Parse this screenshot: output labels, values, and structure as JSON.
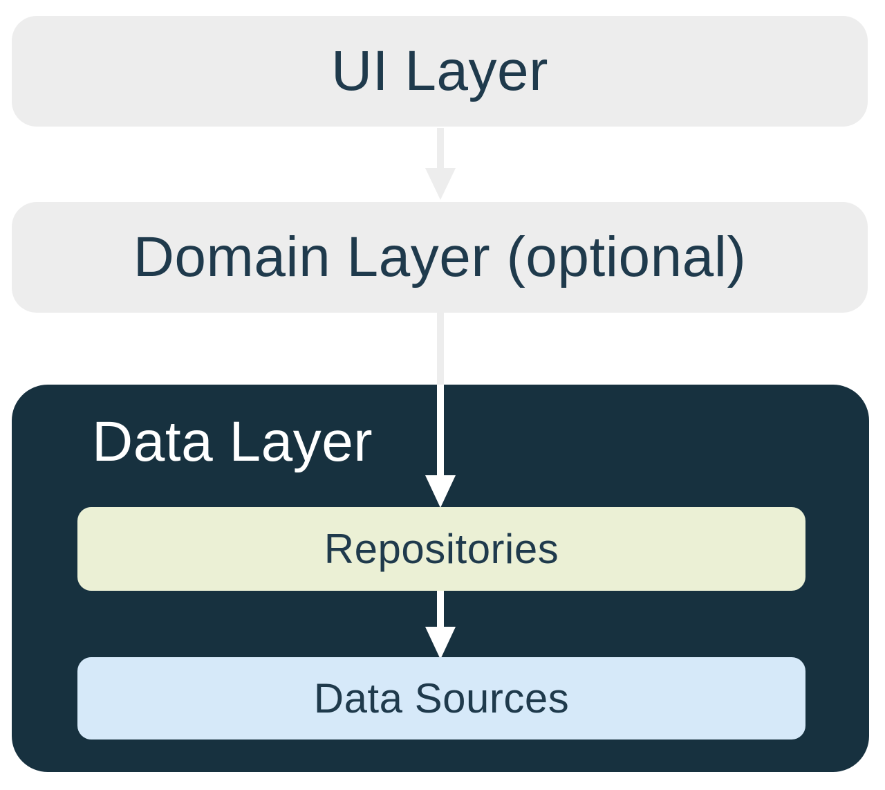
{
  "diagram": {
    "type": "flow",
    "direction": "top-down",
    "nodes": [
      {
        "id": "ui_layer",
        "label": "UI Layer"
      },
      {
        "id": "domain_layer",
        "label": "Domain Layer (optional)"
      },
      {
        "id": "data_layer",
        "label": "Data Layer"
      },
      {
        "id": "repositories",
        "label": "Repositories",
        "parent": "data_layer"
      },
      {
        "id": "data_sources",
        "label": "Data Sources",
        "parent": "data_layer"
      }
    ],
    "edges": [
      {
        "from": "ui_layer",
        "to": "domain_layer"
      },
      {
        "from": "domain_layer",
        "to": "repositories"
      },
      {
        "from": "repositories",
        "to": "data_sources"
      }
    ],
    "colors": {
      "page_bg": "#FFFFFF",
      "layer_bar_bg": "#EDEDED",
      "heading_text": "#1F3A4C",
      "data_layer_bg": "#17313F",
      "data_layer_title_text": "#FFFFFF",
      "repositories_bg": "#EBF0D5",
      "data_sources_bg": "#D6E9F9",
      "arrow_on_white": "#EDEDED",
      "arrow_on_dark": "#FFFFFF"
    }
  }
}
